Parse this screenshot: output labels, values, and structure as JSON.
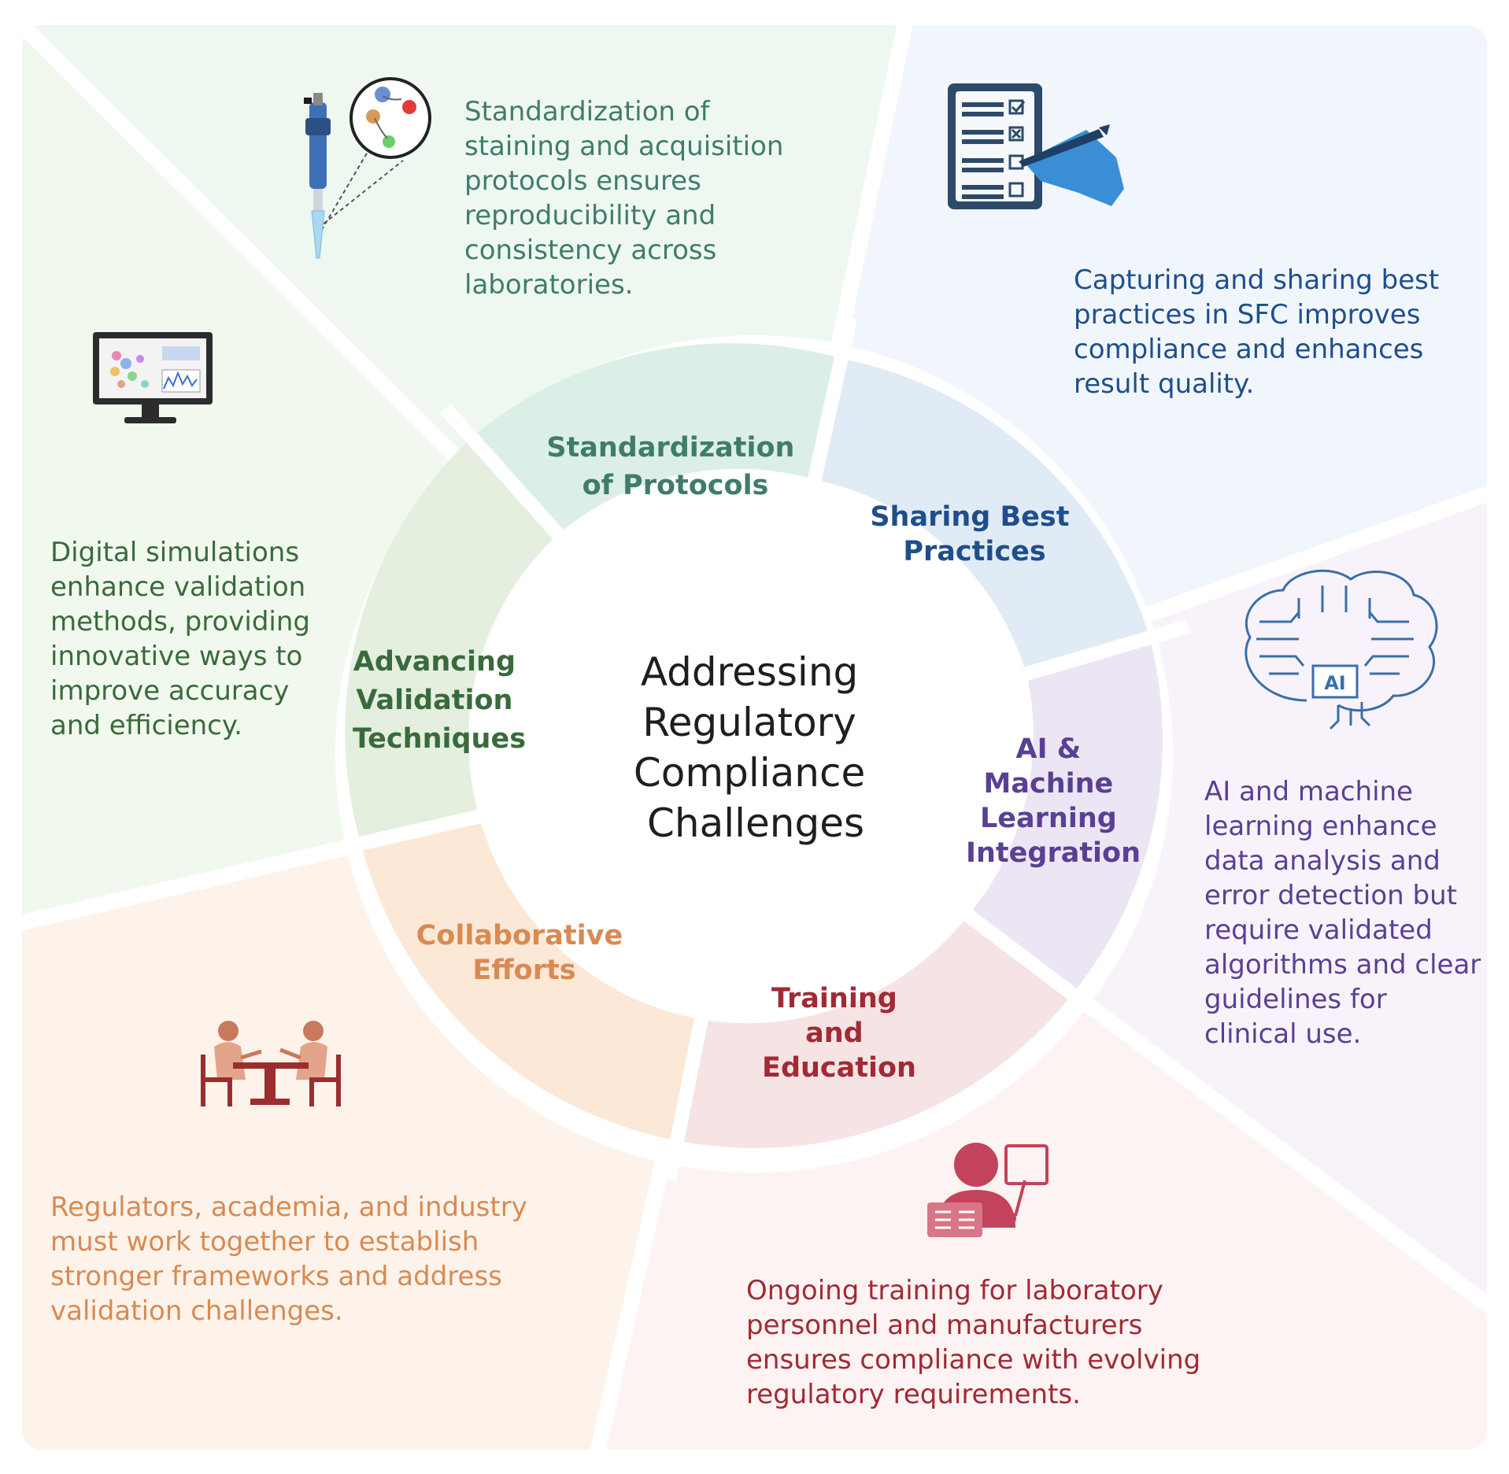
{
  "center": {
    "lines": [
      "Addressing",
      "Regulatory",
      "Compliance",
      "Challenges"
    ]
  },
  "segments": [
    {
      "id": "standardization",
      "title_lines": [
        "Standardization",
        "of Protocols"
      ],
      "description": "Standardization of staining and acquisition protocols ensures reproducibility and consistency across laboratories.",
      "icon": "pipette-and-cells-icon",
      "colors": {
        "text": "#3f7d69",
        "ring": "#dcefe6",
        "panel": "#eef8f1"
      }
    },
    {
      "id": "sharing",
      "title_lines": [
        "Sharing Best",
        "Practices"
      ],
      "description": "Capturing and sharing best practices in SFC improves compliance and enhances result quality.",
      "icon": "checklist-hand-pen-icon",
      "colors": {
        "text": "#1f4e8c",
        "ring": "#e1ebf6",
        "panel": "#f1f6fc"
      }
    },
    {
      "id": "ai",
      "title_lines": [
        "AI &",
        "Machine",
        "Learning",
        "Integration"
      ],
      "description": "AI and machine learning enhance data analysis and error detection but require validated algorithms and clear guidelines for clinical use.",
      "icon": "ai-brain-icon",
      "colors": {
        "text": "#5a3f94",
        "ring": "#ece6f4",
        "panel": "#f8f3fb"
      }
    },
    {
      "id": "training",
      "title_lines": [
        "Training",
        "and",
        "Education"
      ],
      "description": "Ongoing training for laboratory personnel and manufacturers ensures compliance with evolving regulatory requirements.",
      "icon": "teacher-presentation-icon",
      "colors": {
        "text": "#a12a35",
        "ring": "#f6e3e3",
        "panel": "#fcf3f2"
      }
    },
    {
      "id": "collaborative",
      "title_lines": [
        "Collaborative",
        "Efforts"
      ],
      "description": "Regulators, academia, and industry must work together to establish stronger frameworks and address validation challenges.",
      "icon": "people-at-table-icon",
      "colors": {
        "text": "#d98a52",
        "ring": "#fbe8d6",
        "panel": "#fdf3ea"
      }
    },
    {
      "id": "validation",
      "title_lines": [
        "Advancing",
        "Validation",
        "Techniques"
      ],
      "description": "Digital simulations enhance validation methods, providing innovative ways to improve accuracy and efficiency.",
      "icon": "computer-monitor-icon",
      "colors": {
        "text": "#3a6a3c",
        "ring": "#e4efdf",
        "panel": "#f1f9ee"
      }
    }
  ]
}
